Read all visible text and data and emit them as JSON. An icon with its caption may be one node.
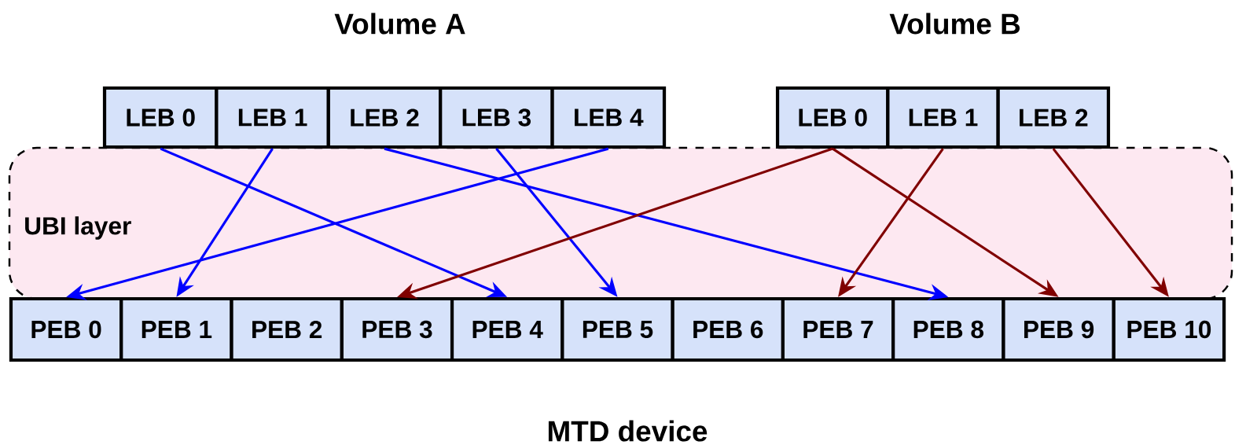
{
  "diagram": {
    "nodes": [
      {
        "text": [
          "LEB 0"
        ]
      },
      {
        "text": [
          "LEB 1"
        ]
      },
      {
        "text": [
          "LEB 2"
        ]
      },
      {
        "text": [
          "LEB 3"
        ]
      },
      {
        "text": [
          "LEB 4"
        ]
      },
      {
        "text": [
          "LEB 0"
        ]
      },
      {
        "text": [
          "LEB 1"
        ]
      },
      {
        "text": [
          "LEB 2"
        ]
      },
      {
        "text": [
          "PEB 0"
        ]
      },
      {
        "text": [
          "PEB 1"
        ]
      },
      {
        "text": [
          "PEB 2"
        ]
      },
      {
        "text": [
          "PEB 3"
        ]
      },
      {
        "text": [
          "PEB 4"
        ]
      },
      {
        "text": [
          "PEB 5"
        ]
      },
      {
        "text": [
          "PEB 6"
        ]
      },
      {
        "text": [
          "PEB 7"
        ]
      },
      {
        "text": [
          "PEB 8"
        ]
      },
      {
        "text": [
          "PEB 9"
        ]
      },
      {
        "text": [
          "PEB 10"
        ]
      }
    ],
    "edges": [
      {
        "from": 0,
        "to": 12,
        "arrow": "to"
      },
      {
        "from": 1,
        "to": 9,
        "arrow": "to"
      },
      {
        "from": 2,
        "to": 16,
        "arrow": "to"
      },
      {
        "from": 3,
        "to": 13,
        "arrow": "to"
      },
      {
        "from": 4,
        "to": 8,
        "arrow": "to"
      },
      {
        "from": 5,
        "to": 11,
        "arrow": "to",
        "color": "#800000"
      },
      {
        "from": 5,
        "to": 17,
        "arrow": "to",
        "color": "#800000"
      },
      {
        "from": 6,
        "to": 15,
        "arrow": "to",
        "color": "#800000"
      },
      {
        "from": 7,
        "to": 18,
        "arrow": "to",
        "color": "#800000"
      }
    ],
    "labels": [
      "Volume A",
      "Volume B",
      "UBI layer",
      "MTD device"
    ]
  }
}
